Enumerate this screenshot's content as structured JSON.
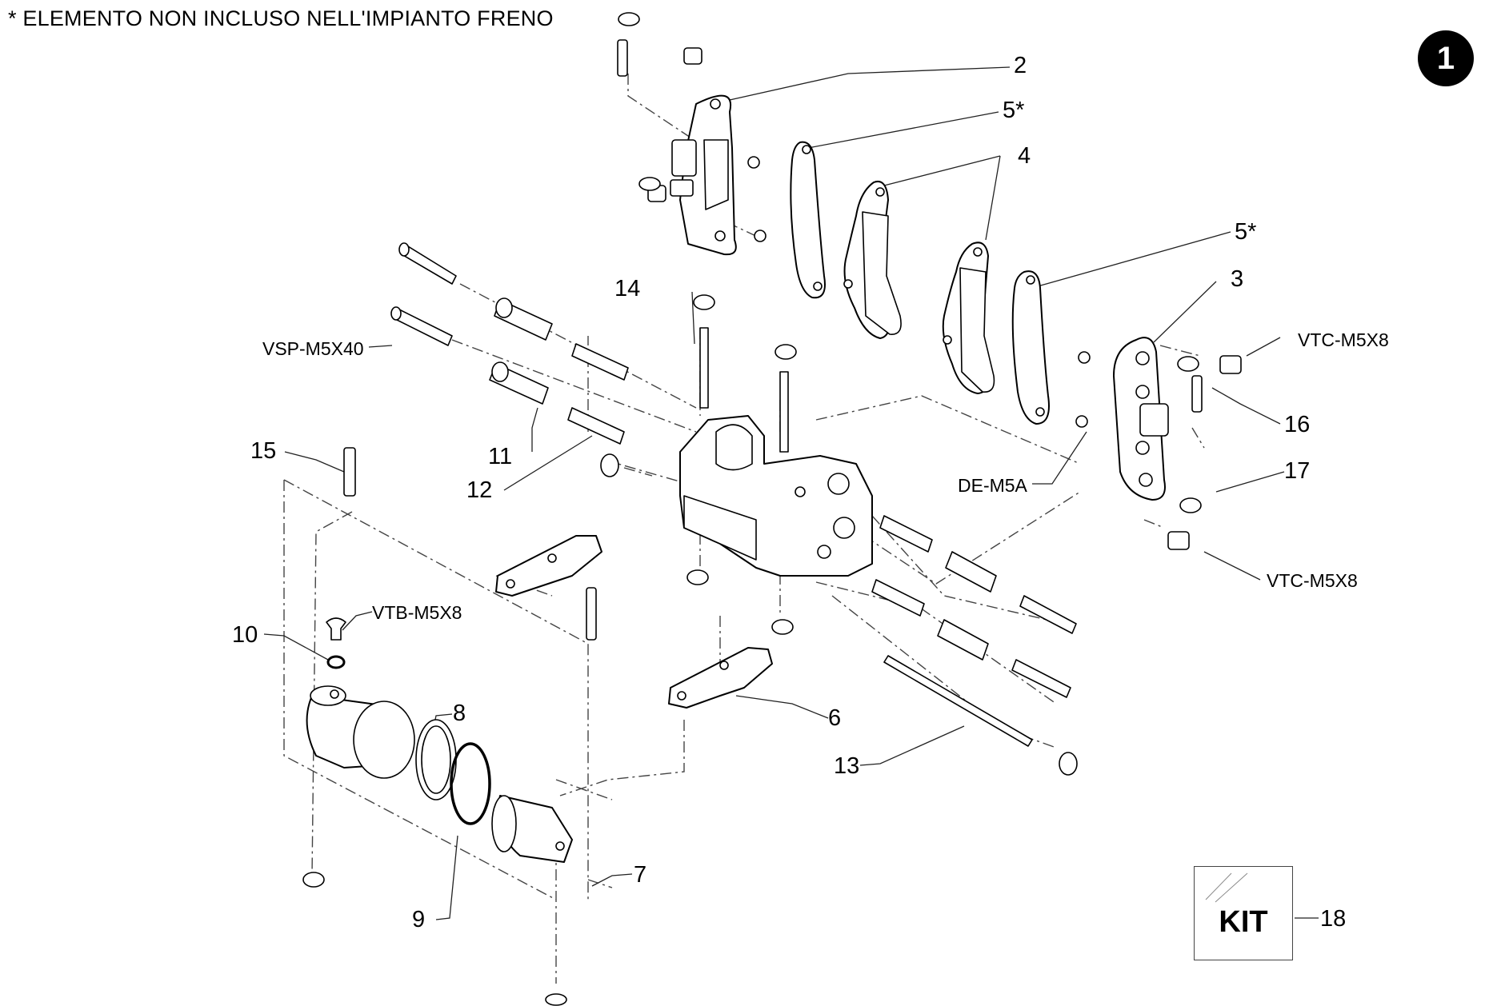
{
  "note": "* ELEMENTO NON INCLUSO NELL'IMPIANTO FRENO",
  "badge": "1",
  "callouts": {
    "c2": "2",
    "c5a": "5*",
    "c4": "4",
    "c5b": "5*",
    "c3": "3",
    "c14": "14",
    "vsp": "VSP-M5X40",
    "vtc1": "VTC-M5X8",
    "c16": "16",
    "c11": "11",
    "c12": "12",
    "c15": "15",
    "de": "DE-M5A",
    "c17": "17",
    "vtc2": "VTC-M5X8",
    "vtb": "VTB-M5X8",
    "c10": "10",
    "c8": "8",
    "c6": "6",
    "c13": "13",
    "c7": "7",
    "c9": "9",
    "c18": "18"
  },
  "kit": {
    "label": "KIT"
  }
}
